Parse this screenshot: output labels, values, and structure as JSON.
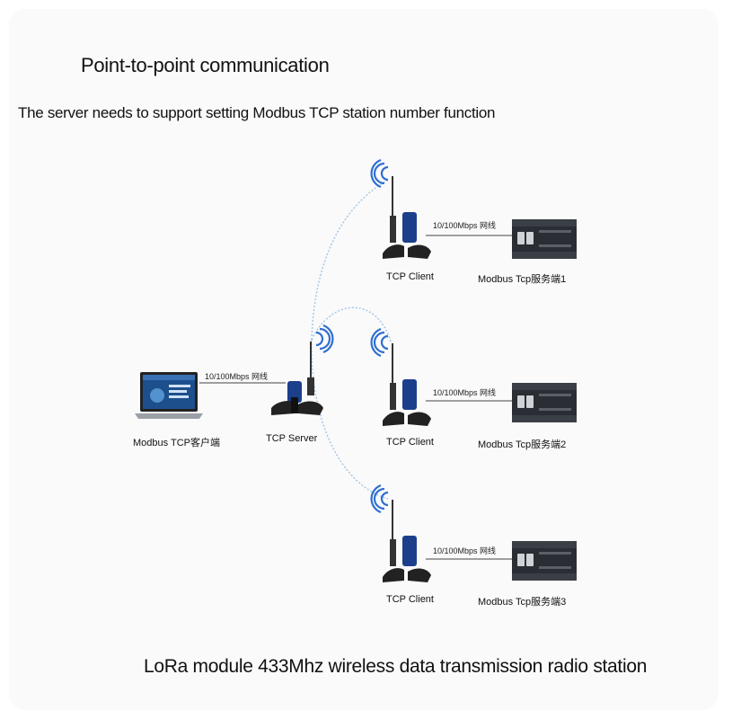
{
  "title": "Point-to-point communication",
  "subtitle": "The server needs to support setting Modbus TCP station number function",
  "footer": "LoRa module 433Mhz wireless data transmission radio station",
  "client_pc": {
    "label": "Modbus TCP客户端"
  },
  "server": {
    "label": "TCP Server",
    "link_label": "10/100Mbps 网线"
  },
  "branches": [
    {
      "client_label": "TCP Client",
      "link_label": "10/100Mbps 网线",
      "device_label": "Modbus Tcp服务端1"
    },
    {
      "client_label": "TCP Client",
      "link_label": "10/100Mbps 网线",
      "device_label": "Modbus Tcp服务端2"
    },
    {
      "client_label": "TCP Client",
      "link_label": "10/100Mbps 网线",
      "device_label": "Modbus Tcp服务端3"
    }
  ],
  "colors": {
    "radio_link": "#9fc5e8",
    "signal": "#2f6fd0",
    "module": "#1c3f8c",
    "plc": "#2a2d33"
  }
}
